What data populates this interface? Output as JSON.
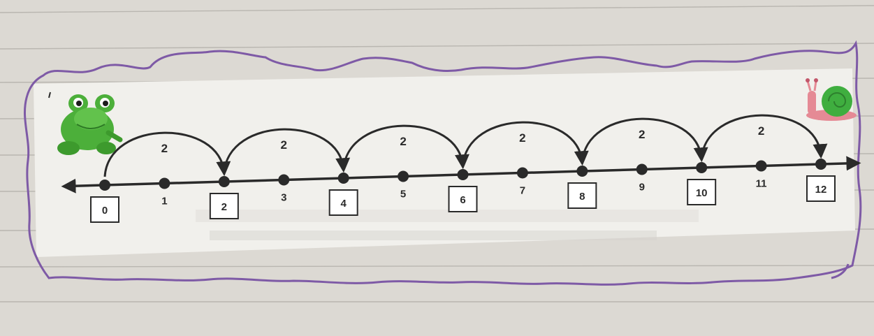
{
  "number_line": {
    "ticks": [
      0,
      1,
      2,
      3,
      4,
      5,
      6,
      7,
      8,
      9,
      10,
      11,
      12
    ],
    "tick_labels": [
      "0",
      "1",
      "2",
      "3",
      "4",
      "5",
      "6",
      "7",
      "8",
      "9",
      "10",
      "11",
      "12"
    ],
    "boxed_values": [
      0,
      2,
      4,
      6,
      8,
      10,
      12
    ],
    "jumps": [
      {
        "from": 0,
        "to": 2,
        "label": "2"
      },
      {
        "from": 2,
        "to": 4,
        "label": "2"
      },
      {
        "from": 4,
        "to": 6,
        "label": "2"
      },
      {
        "from": 6,
        "to": 8,
        "label": "2"
      },
      {
        "from": 8,
        "to": 10,
        "label": "2"
      },
      {
        "from": 10,
        "to": 12,
        "label": "2"
      }
    ]
  },
  "illustrations": {
    "left": "frog-illustration",
    "right": "snail-illustration"
  },
  "colors": {
    "paper": "#e8e6e2",
    "card": "#f2f1ee",
    "ink": "#2a2a2a",
    "border": "#8a6bb0",
    "frog": "#4caf3a",
    "snail_body": "#e58a95",
    "snail_shell": "#3fae3f"
  }
}
